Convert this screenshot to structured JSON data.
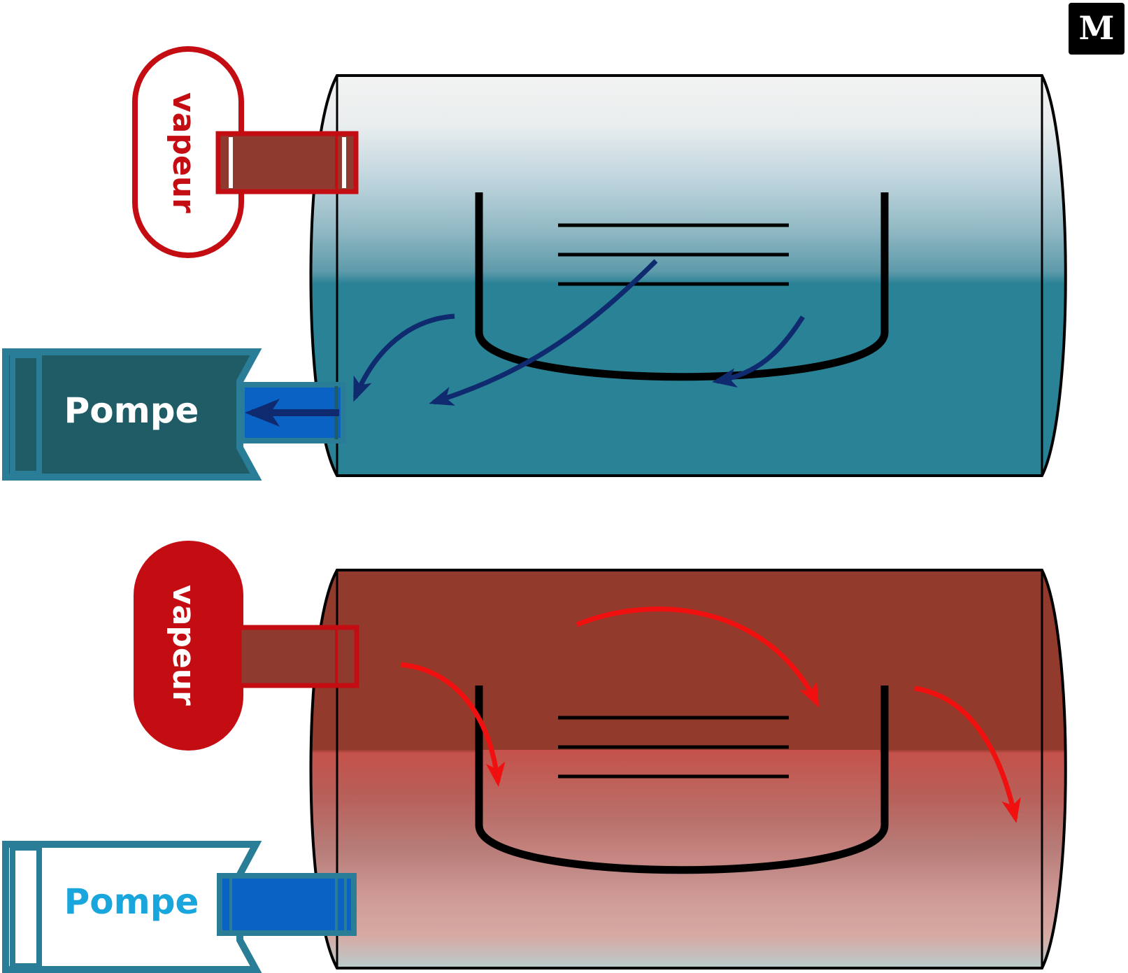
{
  "logo": {
    "letter": "M"
  },
  "top_panel": {
    "vapeur_label": "vapeur",
    "pompe_label": "Pompe",
    "state": "pump active, steam inactive"
  },
  "bottom_panel": {
    "vapeur_label": "vapeur",
    "pompe_label": "Pompe",
    "state": "steam active, pump inactive"
  },
  "colors": {
    "steam_red": "#c30d12",
    "pipe_brown": "#8e3a2e",
    "pump_teal": "#2a7d97",
    "pump_dark": "#1f5c66",
    "pipe_blue": "#0a63c4",
    "water_teal": "#2a8296",
    "arrow_navy": "#0f2a6e",
    "arrow_red": "#f01010",
    "pompe_text_active": "#ffffff",
    "pompe_text_inactive": "#19a6dc"
  }
}
